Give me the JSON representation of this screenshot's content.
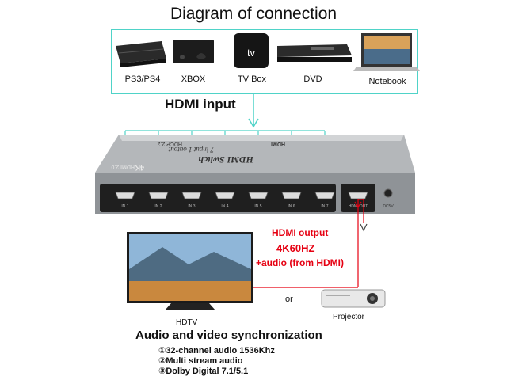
{
  "diagram": {
    "title": "Diagram of connection",
    "sources": [
      {
        "label": "PS3/PS4",
        "icon": "ps-console-icon"
      },
      {
        "label": "XBOX",
        "icon": "xbox-icon"
      },
      {
        "label": "TV Box",
        "icon": "tv-box-icon",
        "badge": "tv"
      },
      {
        "label": "DVD",
        "icon": "dvd-player-icon"
      },
      {
        "label": "Notebook",
        "icon": "notebook-icon"
      }
    ],
    "hdmi_input_label": "HDMI input",
    "device": {
      "badge_4k": "4K",
      "badge_hdmi": "HDMI 2.0",
      "name": "HDMI Switch",
      "subtitle": "7 input 1 output",
      "hdcp": "HDCP 2.2",
      "hdmi_logo": "HDMI",
      "ports": [
        "IN 1",
        "IN 2",
        "IN 3",
        "IN 4",
        "IN 5",
        "IN 6",
        "IN 7"
      ],
      "out_port": "HDMI OUT",
      "power_port": "DC5V"
    },
    "output": {
      "label": "HDMI output",
      "resolution": "4K60HZ",
      "audio": "+audio (from HDMI)"
    },
    "targets": {
      "or_label": "or",
      "hdtv_label": "HDTV",
      "projector_label": "Projector"
    },
    "sync": {
      "title": "Audio and video synchronization",
      "features": [
        "①32-channel audio 1536Khz",
        "②Multi stream audio",
        "③Dolby Digital 7.1/5.1"
      ]
    },
    "colors": {
      "accent_line": "#4fd3c8",
      "output_red": "#e60012",
      "device_body": "#9ea2a6"
    }
  }
}
